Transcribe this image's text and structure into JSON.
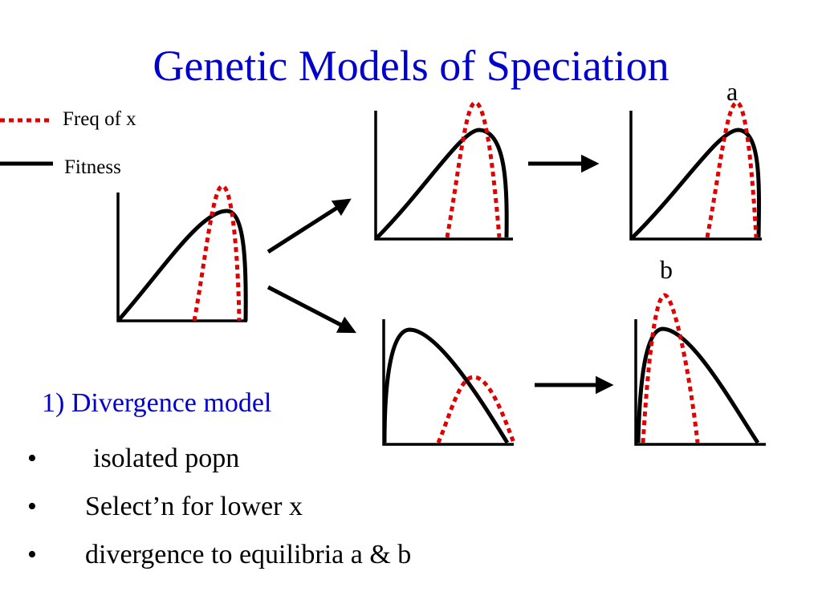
{
  "slide": {
    "title": "Genetic Models of Speciation",
    "legend": [
      {
        "label": "Freq of x",
        "style": "dotted",
        "color": "#e00000"
      },
      {
        "label": "Fitness",
        "style": "solid",
        "color": "#000000"
      }
    ],
    "equilibria": {
      "a": "a",
      "b": "b"
    },
    "model_heading": "1) Divergence model",
    "bullet_symbol": "•",
    "bullets": [
      "isolated popn",
      "Select’n for lower  x",
      "divergence to equilibria  a & b"
    ]
  },
  "colors": {
    "title": "#0000cc",
    "freq_curve": "#e00000",
    "fitness_curve": "#000000"
  }
}
